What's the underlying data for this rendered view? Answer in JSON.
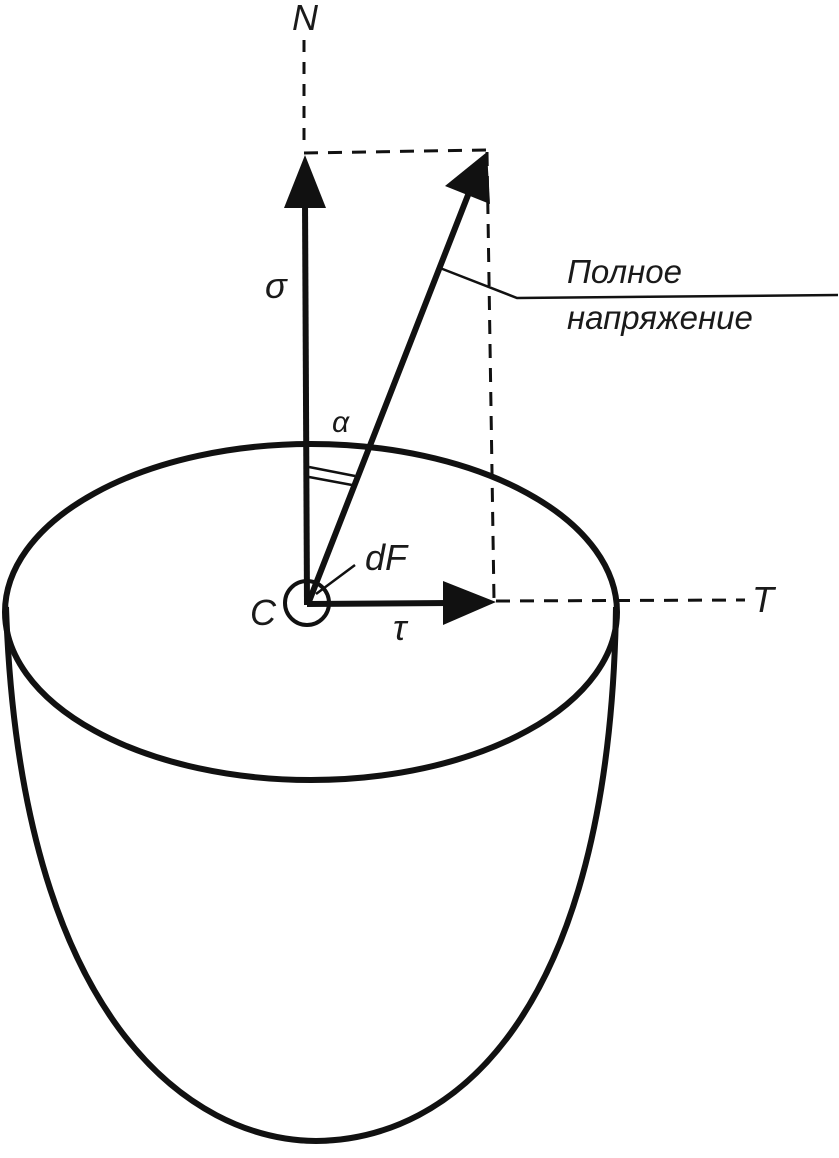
{
  "labels": {
    "axis_normal": "N",
    "axis_tangent": "T",
    "sigma": "σ",
    "tau": "τ",
    "alpha": "α",
    "center": "C",
    "area": "dF",
    "resultant_line1": "Полное",
    "resultant_line2": "напряжение"
  },
  "colors": {
    "stroke": "#111111",
    "background": "#ffffff"
  }
}
